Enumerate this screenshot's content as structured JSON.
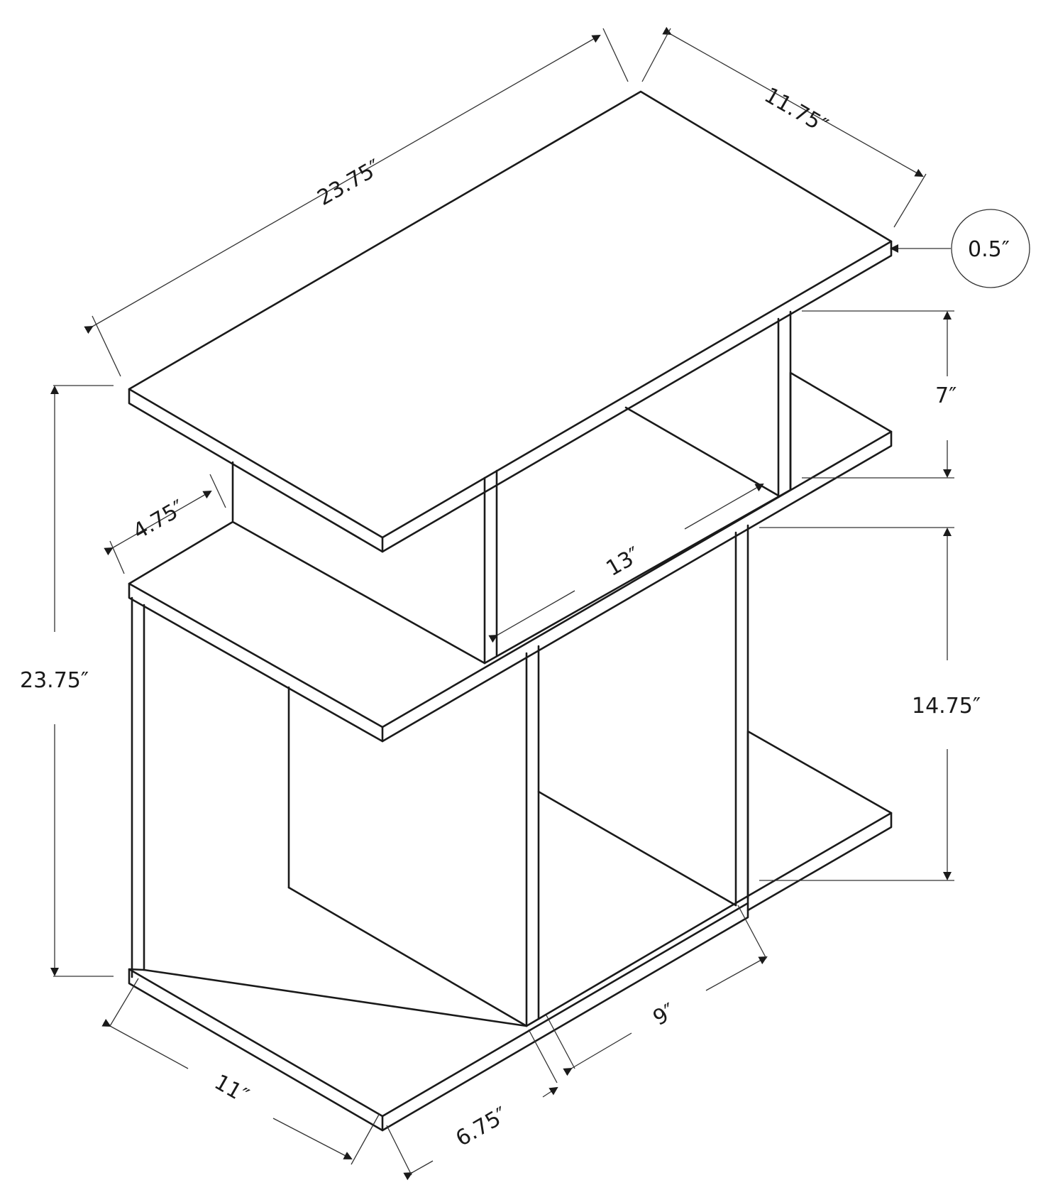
{
  "diagram": {
    "subject": "Side table with shelves - dimension drawing",
    "colors": {
      "line": "#1a1a1a",
      "background": "#ffffff"
    },
    "dimensions": {
      "top_length": "23.75″",
      "top_depth": "11.75″",
      "top_thickness": "0.5″",
      "upper_gap": "7″",
      "lower_gap": "14.75″",
      "overall_height": "23.75″",
      "step_depth": "4.75″",
      "middle_shelf_depth": "13″",
      "base_depth": "11″",
      "base_offset": "6.75″",
      "base_width": "9″"
    }
  }
}
